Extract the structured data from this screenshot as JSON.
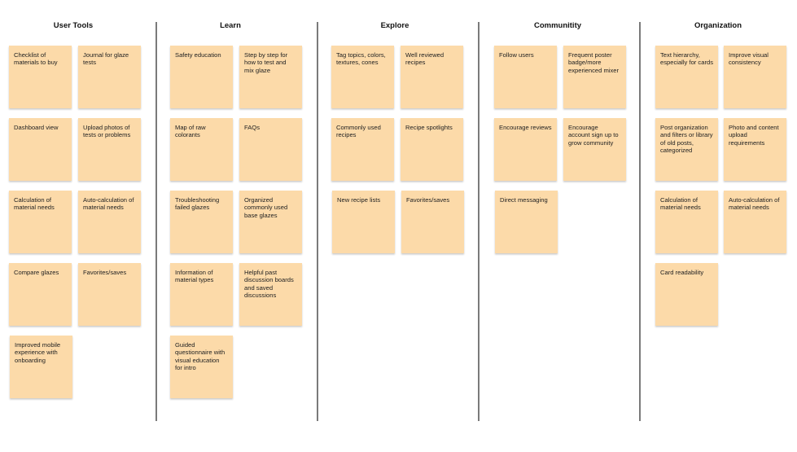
{
  "board": {
    "sticky_color": "#fcdaa9",
    "columns": [
      {
        "title": "User Tools",
        "notes": [
          "Checklist of materials to buy",
          "Journal for glaze tests",
          "Dashboard view",
          "Upload photos of tests or problems",
          "Calculation of material needs",
          "Auto-calculation of material needs",
          "Compare glazes",
          "Favorites/saves",
          "Improved mobile experience with onboarding"
        ]
      },
      {
        "title": "Learn",
        "notes": [
          "Safety education",
          "Step by step for how to test and mix glaze",
          "Map of raw colorants",
          "FAQs",
          "Troubleshooting failed glazes",
          "Organized commonly used base glazes",
          "Information of material types",
          "Helpful past discussion boards and saved discussions",
          "Guided questionnaire with visual education for intro"
        ]
      },
      {
        "title": "Explore",
        "notes": [
          "Tag topics, colors, textures, cones",
          "Well reviewed recipes",
          "Commonly used recipes",
          "Recipe spotlights",
          "New recipe lists",
          "Favorites/saves"
        ]
      },
      {
        "title": "Communitity",
        "notes": [
          "Follow users",
          "Frequent poster badge/more experienced mixer",
          "Encourage reviews",
          "Encourage account sign up to grow community",
          "Direct messaging"
        ]
      },
      {
        "title": "Organization",
        "notes": [
          "Text hierarchy, especially for cards",
          "Improve visual consistency",
          "Post organization and filters or library of old posts, categorized",
          "Photo and content upload requirements",
          "Calculation of material needs",
          "Auto-calculation of material needs",
          "Card readability"
        ]
      }
    ]
  }
}
